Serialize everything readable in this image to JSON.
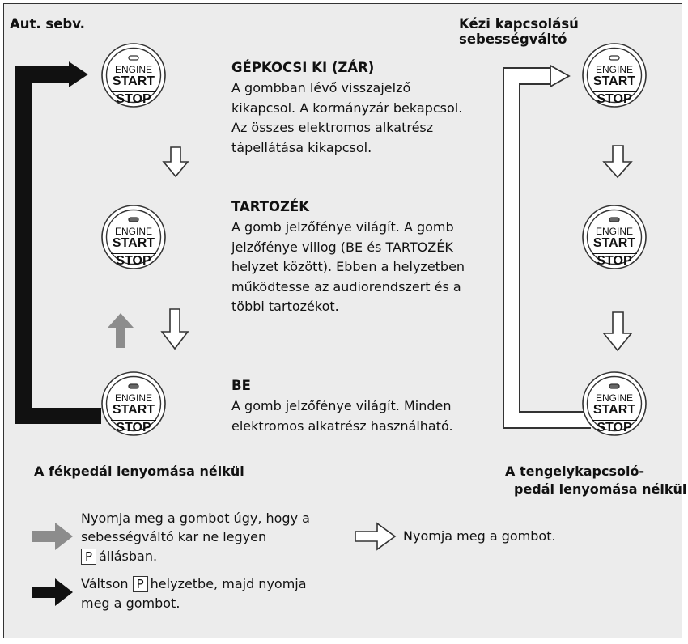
{
  "header": {
    "left": "Aut. sebv.",
    "right": "Kézi kapcsolású sebességváltó"
  },
  "button_labels": {
    "engine": "ENGINE",
    "start": "START",
    "stop": "STOP"
  },
  "states": [
    {
      "title": "GÉPKOCSI KI (ZÁR)",
      "description": "A gombban lévő visszajelző kikapcsol. A kormányzár bekapcsol. Az összes elektromos alkatrész tápellátása kikapcsol.",
      "indicator": "off"
    },
    {
      "title": "TARTOZÉK",
      "description": "A gomb jelzőfénye világít. A gomb jelzőfénye villog (BE és TARTOZÉK helyzet között). Ebben a helyzetben működtesse az audiorendszert és a többi tartozékot.",
      "indicator": "on"
    },
    {
      "title": "BE",
      "description": "A gomb jelzőfénye világít. Minden elektromos alkatrész használható.",
      "indicator": "on"
    }
  ],
  "captions": {
    "left": "A fékpedál lenyomása nélkül",
    "right_line1": "A tengelykapcsoló-",
    "right_line2": "pedál lenyomása nélkül"
  },
  "legend": {
    "gray_line1": "Nyomja meg a gombot úgy, hogy a",
    "gray_line2": "sebességváltó kar ne legyen",
    "gray_p": "P",
    "gray_line3": "állásban.",
    "white": "Nyomja meg a gombot.",
    "black_pre": "Váltson",
    "black_p": "P",
    "black_post": "helyzetbe, majd nyomja",
    "black_line2": "meg a gombot."
  },
  "colors": {
    "background": "#ececec",
    "black_arrow": "#111111",
    "gray_arrow": "#8c8c8c",
    "white_arrow": "#ffffff"
  }
}
